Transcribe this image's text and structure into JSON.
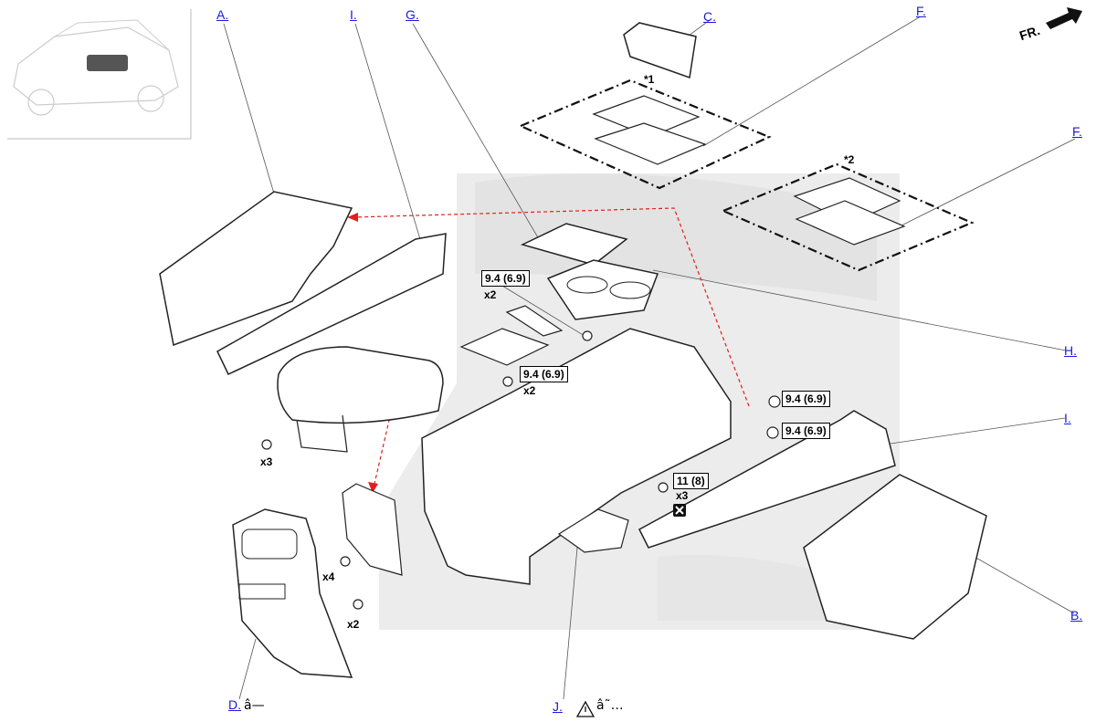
{
  "callouts": {
    "a": "A.",
    "i_top": "I.",
    "g": "G.",
    "c": "C.",
    "f_top": "F.",
    "f_right": "F.",
    "h": "H.",
    "i_right": "I.",
    "b": "B.",
    "d": "D.",
    "j": "J."
  },
  "suffixes": {
    "d": "â—",
    "j": "â˜…"
  },
  "stars": {
    "s1": "*1",
    "s2": "*2"
  },
  "direction_label": "FR.",
  "torques": {
    "t1": "9.4 (6.9)",
    "t2": "9.4 (6.9)",
    "t3": "9.4 (6.9)",
    "t4": "9.4 (6.9)",
    "t5": "11 (8)"
  },
  "quantities": {
    "q1": "x2",
    "q2": "x2",
    "q3": "x3",
    "q4": "x3",
    "q5": "x4",
    "q6": "x2"
  },
  "colors": {
    "callout_link": "#1a1adb",
    "guide_arrow": "#e0201a",
    "ghost_fill": "#ececec"
  }
}
